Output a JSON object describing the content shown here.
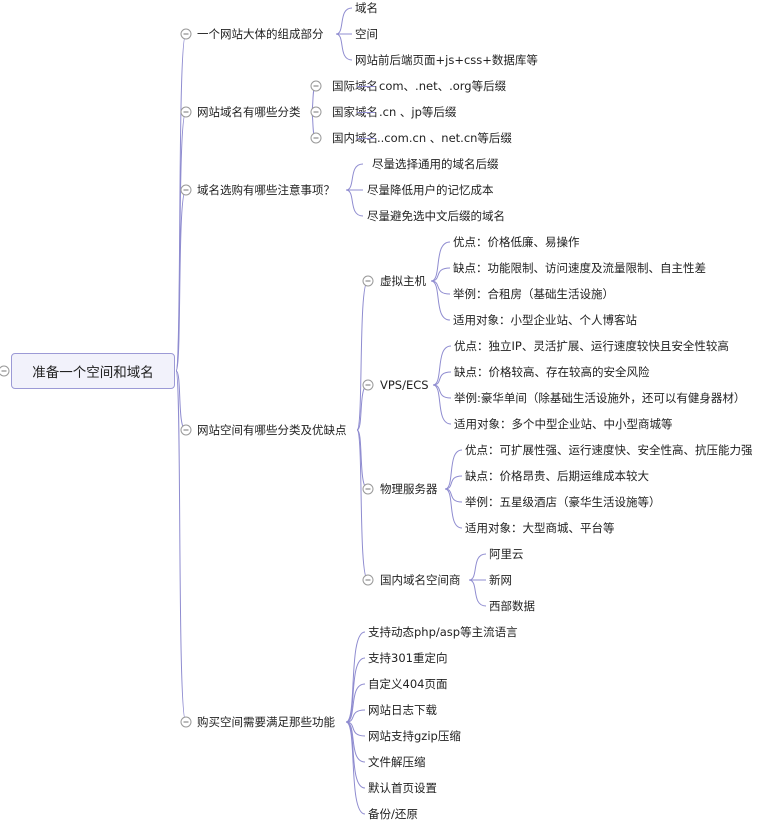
{
  "root": "准备一个空间和域名",
  "branches": [
    {
      "label": "一个网站大体的组成部分",
      "children": [
        "域名",
        "空间",
        "网站前后端页面+js+css+数据库等"
      ]
    },
    {
      "label": "网站域名有哪些分类",
      "children": [
        {
          "label": "国际域名",
          "detail": "com、.net、.org等后缀"
        },
        {
          "label": "国家域名",
          "detail": ".cn 、jp等后缀"
        },
        {
          "label": "国内域名",
          "detail": "..com.cn 、net.cn等后缀"
        }
      ]
    },
    {
      "label": "域名选购有哪些注意事项？",
      "children": [
        "尽量选择通用的域名后缀",
        "尽量降低用户的记忆成本",
        "尽量避免选中文后缀的域名"
      ]
    },
    {
      "label": "网站空间有哪些分类及优缺点",
      "children": [
        {
          "label": "虚拟主机",
          "children": [
            "优点：价格低廉、易操作",
            "缺点：功能限制、访问速度及流量限制、自主性差",
            "举例：合租房（基础生活设施）",
            "适用对象：小型企业站、个人博客站"
          ]
        },
        {
          "label": "VPS/ECS",
          "children": [
            "优点：独立IP、灵活扩展、运行速度较快且安全性较高",
            "缺点：价格较高、存在较高的安全风险",
            "举例:豪华单间（除基础生活设施外，还可以有健身器材）",
            "适用对象：多个中型企业站、中小型商城等"
          ]
        },
        {
          "label": "物理服务器",
          "children": [
            "优点：可扩展性强、运行速度快、安全性高、抗压能力强",
            "缺点：价格昂贵、后期运维成本较大",
            "举例：五星级酒店（豪华生活设施等）",
            "适用对象：大型商城、平台等"
          ]
        },
        {
          "label": "国内域名空间商",
          "children": [
            "阿里云",
            "新网",
            "西部数据"
          ]
        }
      ]
    },
    {
      "label": "购买空间需要满足那些功能",
      "children": [
        "支持动态php/asp等主流语言",
        "支持301重定向",
        "自定义404页面",
        "网站日志下载",
        "网站支持gzip压缩",
        "文件解压缩",
        "默认首页设置",
        "备份/还原"
      ]
    }
  ],
  "colors": {
    "connector": "#8f8cd0",
    "root_fill": "#f2f2fb",
    "root_border": "#9c9ad6"
  }
}
